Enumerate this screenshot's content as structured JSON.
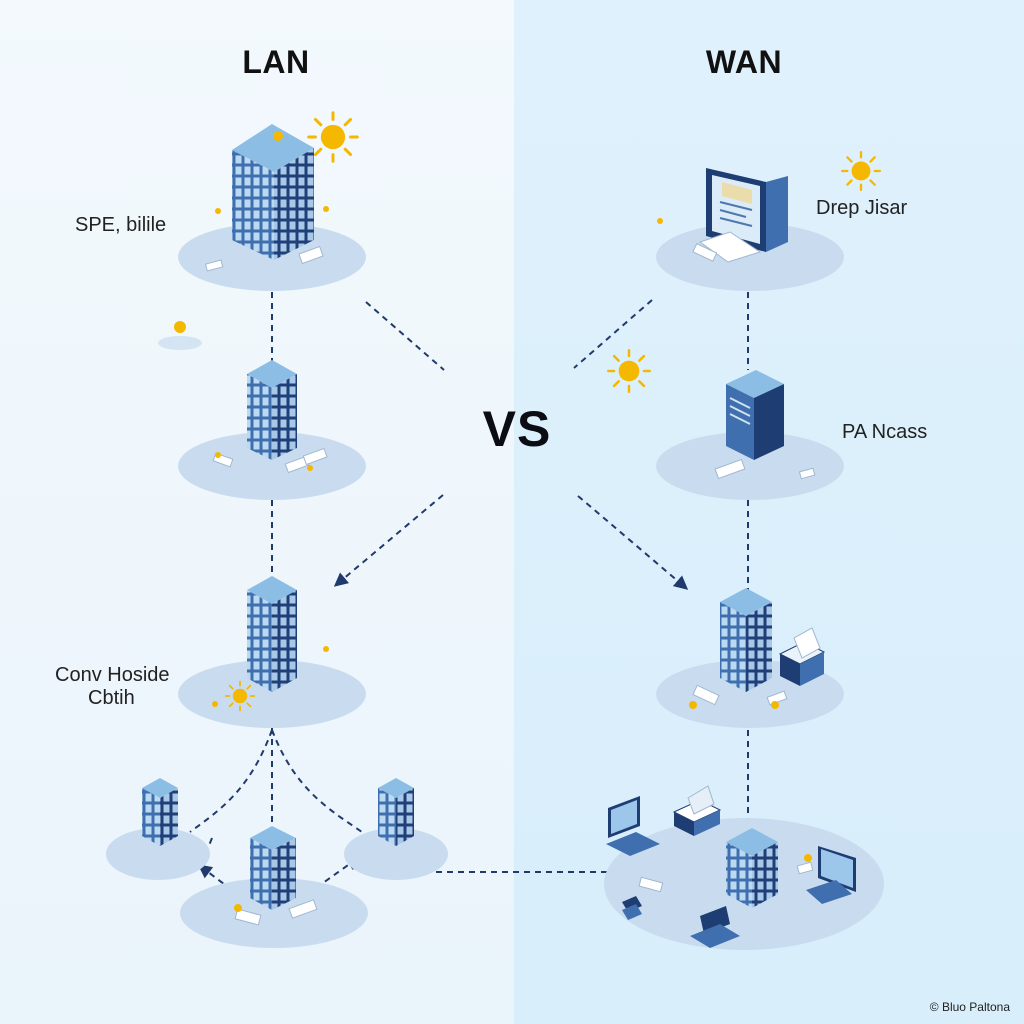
{
  "headings": {
    "left": "LAN",
    "right": "WAN",
    "center": "VS"
  },
  "lan_labels": {
    "top": "SPE, bilile",
    "middle_line1": "Conv Hoside",
    "middle_line2": "Cbtih"
  },
  "wan_labels": {
    "top": "Drep Jisar",
    "middle": "PA Ncass"
  },
  "footer": {
    "credit": "© Bluo Paltona"
  },
  "colors": {
    "building_front": "#3f6fae",
    "building_side": "#1e3d73",
    "building_top": "#8cbde4",
    "platform": "#c9dcef",
    "connector": "#1f3a6b",
    "sun": "#f5b800"
  }
}
